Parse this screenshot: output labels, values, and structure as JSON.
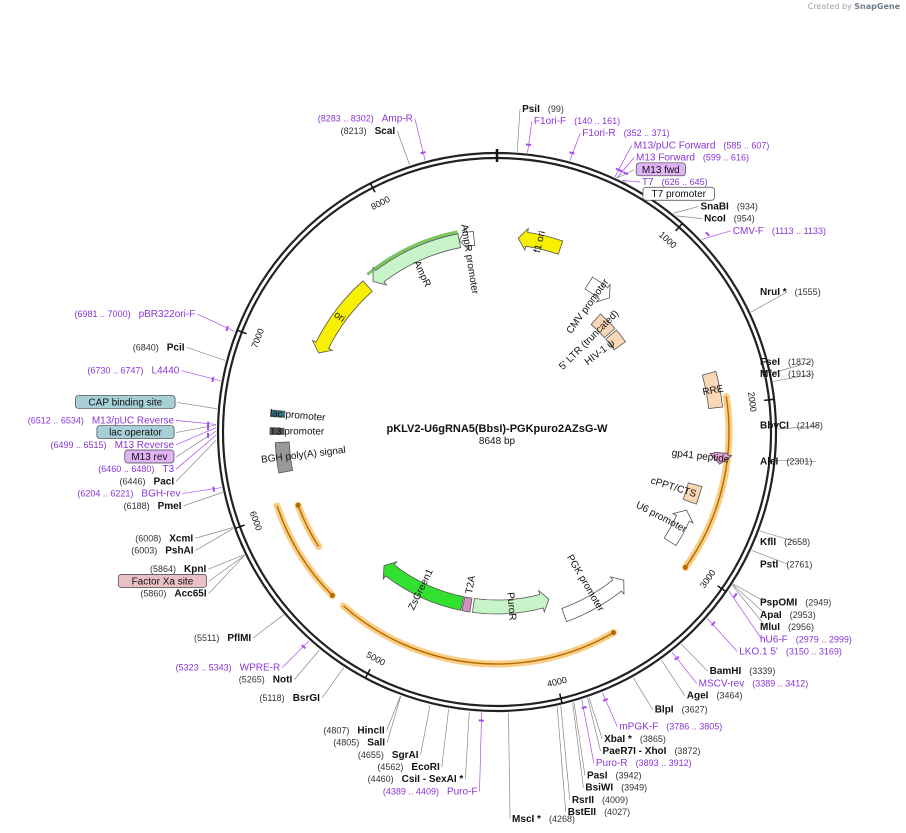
{
  "branding": {
    "prefix": "Created by",
    "name": "SnapGene"
  },
  "plasmid": {
    "name": "pKLV2-U6gRNA5(BbsI)-PGKpuro2AZsG-W",
    "length": "8648 bp",
    "total_bp": 8648
  },
  "ticks": [
    {
      "bp": 1000,
      "label": "1000"
    },
    {
      "bp": 2000,
      "label": "2000"
    },
    {
      "bp": 3000,
      "label": "3000"
    },
    {
      "bp": 4000,
      "label": "4000"
    },
    {
      "bp": 5000,
      "label": "5000"
    },
    {
      "bp": 6000,
      "label": "6000"
    },
    {
      "bp": 7000,
      "label": "7000"
    },
    {
      "bp": 8000,
      "label": "8000"
    }
  ],
  "colors": {
    "primer": "#a64df0",
    "ring": "#222222",
    "leader": "#888888",
    "orange": "#f5a623",
    "green_arrow": "#79c55e"
  },
  "labels": [
    {
      "kind": "enzyme",
      "name": "PsiI",
      "pos": "(99)",
      "side": "R",
      "bp": 99
    },
    {
      "kind": "primer",
      "name": "F1ori-F",
      "pos": "(140 .. 161)",
      "side": "R",
      "bp": 150
    },
    {
      "kind": "primer",
      "name": "F1ori-R",
      "pos": "(352 .. 371)",
      "side": "R",
      "bp": 361
    },
    {
      "kind": "primer",
      "name": "M13/pUC Forward",
      "pos": "(585 .. 607)",
      "side": "R",
      "bp": 596
    },
    {
      "kind": "primer",
      "name": "M13 Forward",
      "pos": "(599 .. 616)",
      "side": "R",
      "bp": 607
    },
    {
      "kind": "boxp",
      "name": "M13 fwd",
      "pos": "",
      "side": "R",
      "bp": 608
    },
    {
      "kind": "primer",
      "name": "T7",
      "pos": "(626 .. 645)",
      "side": "R",
      "bp": 635
    },
    {
      "kind": "boxw",
      "name": "T7 promoter",
      "pos": "",
      "side": "R",
      "bp": 640
    },
    {
      "kind": "enzyme",
      "name": "SnaBI",
      "pos": "(934)",
      "side": "R",
      "bp": 934
    },
    {
      "kind": "enzyme",
      "name": "NcoI",
      "pos": "(954)",
      "side": "R",
      "bp": 954
    },
    {
      "kind": "primer",
      "name": "CMV-F",
      "pos": "(1113 .. 1133)",
      "side": "R",
      "bp": 1123
    },
    {
      "kind": "enzyme",
      "name": "NruI *",
      "pos": "(1555)",
      "side": "R",
      "bp": 1555
    },
    {
      "kind": "enzyme",
      "name": "FseI",
      "pos": "(1872)",
      "side": "R",
      "bp": 1872
    },
    {
      "kind": "enzyme",
      "name": "MfeI",
      "pos": "(1913)",
      "side": "R",
      "bp": 1913
    },
    {
      "kind": "enzyme",
      "name": "BbvCI",
      "pos": "(2148)",
      "side": "R",
      "bp": 2148
    },
    {
      "kind": "enzyme",
      "name": "AleI",
      "pos": "(2301)",
      "side": "R",
      "bp": 2301
    },
    {
      "kind": "enzyme",
      "name": "KflI",
      "pos": "(2658)",
      "side": "R",
      "bp": 2658
    },
    {
      "kind": "enzyme",
      "name": "PstI",
      "pos": "(2761)",
      "side": "R",
      "bp": 2761
    },
    {
      "kind": "enzyme",
      "name": "PspOMI",
      "pos": "(2949)",
      "side": "R",
      "bp": 2949
    },
    {
      "kind": "enzyme",
      "name": "ApaI",
      "pos": "(2953)",
      "side": "R",
      "bp": 2953
    },
    {
      "kind": "enzyme",
      "name": "MluI",
      "pos": "(2956)",
      "side": "R",
      "bp": 2956
    },
    {
      "kind": "primer",
      "name": "hU6-F",
      "pos": "(2979 .. 2999)",
      "side": "R",
      "bp": 2989
    },
    {
      "kind": "primer",
      "name": "LKO.1 5'",
      "pos": "(3150 .. 3169)",
      "side": "R",
      "bp": 3160
    },
    {
      "kind": "enzyme",
      "name": "BamHI",
      "pos": "(3339)",
      "side": "R",
      "bp": 3339
    },
    {
      "kind": "primer",
      "name": "MSCV-rev",
      "pos": "(3389 .. 3412)",
      "side": "R",
      "bp": 3400
    },
    {
      "kind": "enzyme",
      "name": "AgeI",
      "pos": "(3464)",
      "side": "R",
      "bp": 3464
    },
    {
      "kind": "enzyme",
      "name": "BlpI",
      "pos": "(3627)",
      "side": "R",
      "bp": 3627
    },
    {
      "kind": "primer",
      "name": "mPGK-F",
      "pos": "(3786 .. 3805)",
      "side": "R",
      "bp": 3795
    },
    {
      "kind": "enzyme",
      "name": "XbaI *",
      "pos": "(3865)",
      "side": "R",
      "bp": 3865
    },
    {
      "kind": "enzyme",
      "name": "PaeR7I - XhoI",
      "pos": "(3872)",
      "side": "R",
      "bp": 3872
    },
    {
      "kind": "primer",
      "name": "Puro-R",
      "pos": "(3893 .. 3912)",
      "side": "R",
      "bp": 3902
    },
    {
      "kind": "enzyme",
      "name": "PasI",
      "pos": "(3942)",
      "side": "R",
      "bp": 3942
    },
    {
      "kind": "enzyme",
      "name": "BsiWI",
      "pos": "(3949)",
      "side": "R",
      "bp": 3949
    },
    {
      "kind": "enzyme",
      "name": "RsrII",
      "pos": "(4009)",
      "side": "R",
      "bp": 4009
    },
    {
      "kind": "enzyme",
      "name": "BstEII",
      "pos": "(4027)",
      "side": "R",
      "bp": 4027
    },
    {
      "kind": "enzyme",
      "name": "MscI *",
      "pos": "(4268)",
      "side": "R",
      "bp": 4268
    },
    {
      "kind": "primer",
      "name": "Puro-F",
      "pos": "(4389 .. 4409)",
      "side": "L",
      "bp": 4399
    },
    {
      "kind": "enzyme",
      "name": "CsiI - SexAI *",
      "pos": "(4460)",
      "side": "L",
      "bp": 4460
    },
    {
      "kind": "enzyme",
      "name": "EcoRI",
      "pos": "(4562)",
      "side": "L",
      "bp": 4562
    },
    {
      "kind": "enzyme",
      "name": "SgrAI",
      "pos": "(4655)",
      "side": "L",
      "bp": 4655
    },
    {
      "kind": "enzyme",
      "name": "SalI",
      "pos": "(4805)",
      "side": "L",
      "bp": 4805
    },
    {
      "kind": "enzyme",
      "name": "HincII",
      "pos": "(4807)",
      "side": "L",
      "bp": 4807
    },
    {
      "kind": "enzyme",
      "name": "BsrGI",
      "pos": "(5118)",
      "side": "L",
      "bp": 5118
    },
    {
      "kind": "enzyme",
      "name": "NotI",
      "pos": "(5265)",
      "side": "L",
      "bp": 5265
    },
    {
      "kind": "primer",
      "name": "WPRE-R",
      "pos": "(5323 .. 5343)",
      "side": "L",
      "bp": 5333
    },
    {
      "kind": "enzyme",
      "name": "PflMI",
      "pos": "(5511)",
      "side": "L",
      "bp": 5511
    },
    {
      "kind": "boxr",
      "name": "Factor Xa site",
      "pos": "",
      "side": "L",
      "bp": 5860
    },
    {
      "kind": "enzyme",
      "name": "Acc65I",
      "pos": "(5860)",
      "side": "L",
      "bp": 5860
    },
    {
      "kind": "enzyme",
      "name": "KpnI",
      "pos": "(5864)",
      "side": "L",
      "bp": 5864
    },
    {
      "kind": "enzyme",
      "name": "PshAI",
      "pos": "(6003)",
      "side": "L",
      "bp": 6003
    },
    {
      "kind": "enzyme",
      "name": "XcmI",
      "pos": "(6008)",
      "side": "L",
      "bp": 6008
    },
    {
      "kind": "enzyme",
      "name": "PmeI",
      "pos": "(6188)",
      "side": "L",
      "bp": 6188
    },
    {
      "kind": "primer",
      "name": "BGH-rev",
      "pos": "(6204 .. 6221)",
      "side": "L",
      "bp": 6212
    },
    {
      "kind": "enzyme",
      "name": "PacI",
      "pos": "(6446)",
      "side": "L",
      "bp": 6446
    },
    {
      "kind": "primer",
      "name": "T3",
      "pos": "(6460 .. 6480)",
      "side": "L",
      "bp": 6470
    },
    {
      "kind": "boxp",
      "name": "M13 rev",
      "pos": "",
      "side": "L",
      "bp": 6490
    },
    {
      "kind": "primer",
      "name": "M13 Reverse",
      "pos": "(6499 .. 6515)",
      "side": "L",
      "bp": 6507
    },
    {
      "kind": "boxb",
      "name": "lac operator",
      "pos": "",
      "side": "L",
      "bp": 6520
    },
    {
      "kind": "primer",
      "name": "M13/pUC Reverse",
      "pos": "(6512 .. 6534)",
      "side": "L",
      "bp": 6523
    },
    {
      "kind": "boxb",
      "name": "CAP binding site",
      "pos": "",
      "side": "L",
      "bp": 6600
    },
    {
      "kind": "primer",
      "name": "L4440",
      "pos": "(6730 .. 6747)",
      "side": "L",
      "bp": 6738
    },
    {
      "kind": "enzyme",
      "name": "PciI",
      "pos": "(6840)",
      "side": "L",
      "bp": 6840
    },
    {
      "kind": "primer",
      "name": "pBR322ori-F",
      "pos": "(6981 .. 7000)",
      "side": "L",
      "bp": 6990
    },
    {
      "kind": "enzyme",
      "name": "ScaI",
      "pos": "(8213)",
      "side": "L",
      "bp": 8213
    },
    {
      "kind": "primer",
      "name": "Amp-R",
      "pos": "(8283 .. 8302)",
      "side": "L",
      "bp": 8292
    }
  ],
  "features": [
    {
      "name": "f1 ori",
      "start": 150,
      "end": 456,
      "r": 195,
      "dir": "ccw",
      "color": "#f7f000",
      "label": "f1 ori",
      "label_inside": true
    },
    {
      "name": "AmpR promoter",
      "start": 8380,
      "end": 8485,
      "r": 195,
      "dir": "ccw",
      "color": "#ffffff",
      "label": "AmpR promoter",
      "label_inside": false
    },
    {
      "name": "AmpR",
      "start": 7700,
      "end": 8380,
      "r": 195,
      "dir": "ccw",
      "color": "#c7f5c9",
      "label": "AmpR",
      "label_inside": false,
      "highlight": "#79c55e"
    },
    {
      "name": "ori",
      "start": 7060,
      "end": 7650,
      "r": 195,
      "dir": "ccw",
      "color": "#f7f000",
      "label": "ori",
      "label_inside": true
    },
    {
      "name": "CMV promoter",
      "start": 760,
      "end": 960,
      "r": 175,
      "dir": "cw",
      "color": "#ffffff",
      "label": "CMV promoter",
      "label_inside": false
    },
    {
      "name": "5' LTR (truncated)",
      "start": 990,
      "end": 1170,
      "r": 150,
      "dir": "none",
      "color": "#fbd8b5",
      "label": "5' LTR (truncated)",
      "label_inside": false
    },
    {
      "name": "HIV-1 psi",
      "start": 1190,
      "end": 1320,
      "r": 150,
      "dir": "none",
      "color": "#fbd8b5",
      "label": "HIV-1 ψ",
      "label_inside": false
    },
    {
      "name": "RRE",
      "start": 1790,
      "end": 2010,
      "r": 220,
      "dir": "none",
      "color": "#fbd8b5",
      "label": "RRE",
      "label_inside": true
    },
    {
      "name": "gp41 peptide",
      "start": 2290,
      "end": 2360,
      "r": 225,
      "dir": "cw",
      "color": "#e0a0d0",
      "label": "gp41 peptide",
      "label_inside": false
    },
    {
      "name": "cPPT/CTS",
      "start": 2520,
      "end": 2640,
      "r": 205,
      "dir": "none",
      "color": "#fbd8b5",
      "label": "cPPT/CTS",
      "label_inside": false
    },
    {
      "name": "U6 promoter",
      "start": 2700,
      "end": 2940,
      "r": 205,
      "dir": "ccw",
      "color": "#ffffff",
      "label": "U6 promoter",
      "label_inside": false
    },
    {
      "name": "PGK promoter",
      "start": 3350,
      "end": 3840,
      "r": 195,
      "dir": "ccw",
      "color": "#ffffff",
      "label": "PGK promoter",
      "label_inside": false
    },
    {
      "name": "PuroR",
      "start": 3910,
      "end": 4510,
      "r": 175,
      "dir": "ccw",
      "color": "#c7f5c9",
      "label": "PuroR",
      "label_inside": true
    },
    {
      "name": "T2A",
      "start": 4530,
      "end": 4590,
      "r": 175,
      "dir": "none",
      "color": "#d090c0",
      "label": "T2A",
      "label_inside": false
    },
    {
      "name": "ZsGreen1",
      "start": 4600,
      "end": 5290,
      "r": 175,
      "dir": "cw",
      "color": "#33e02f",
      "label": "ZsGreen1",
      "label_inside": true
    },
    {
      "name": "lac promoter",
      "start": 6580,
      "end": 6620,
      "r": 220,
      "dir": "none",
      "color": "#2e7d8a",
      "label": "lac promoter",
      "label_inside": false
    },
    {
      "name": "T3 promoter",
      "start": 6470,
      "end": 6510,
      "r": 220,
      "dir": "none",
      "color": "#555555",
      "label": "T3 promoter",
      "label_inside": false
    },
    {
      "name": "BGH poly(A) signal",
      "start": 6230,
      "end": 6420,
      "r": 215,
      "dir": "none",
      "color": "#999999",
      "label": "BGH poly(A) signal",
      "label_inside": false
    }
  ],
  "orange_arcs": [
    {
      "start": 1950,
      "end": 3020,
      "r": 232,
      "dir": "cw"
    },
    {
      "start": 3600,
      "end": 5320,
      "r": 232,
      "dir": "ccw"
    },
    {
      "start": 5410,
      "end": 6040,
      "r": 232,
      "dir": "ccw"
    },
    {
      "start": 5700,
      "end": 6000,
      "r": 212,
      "dir": "cw"
    }
  ]
}
